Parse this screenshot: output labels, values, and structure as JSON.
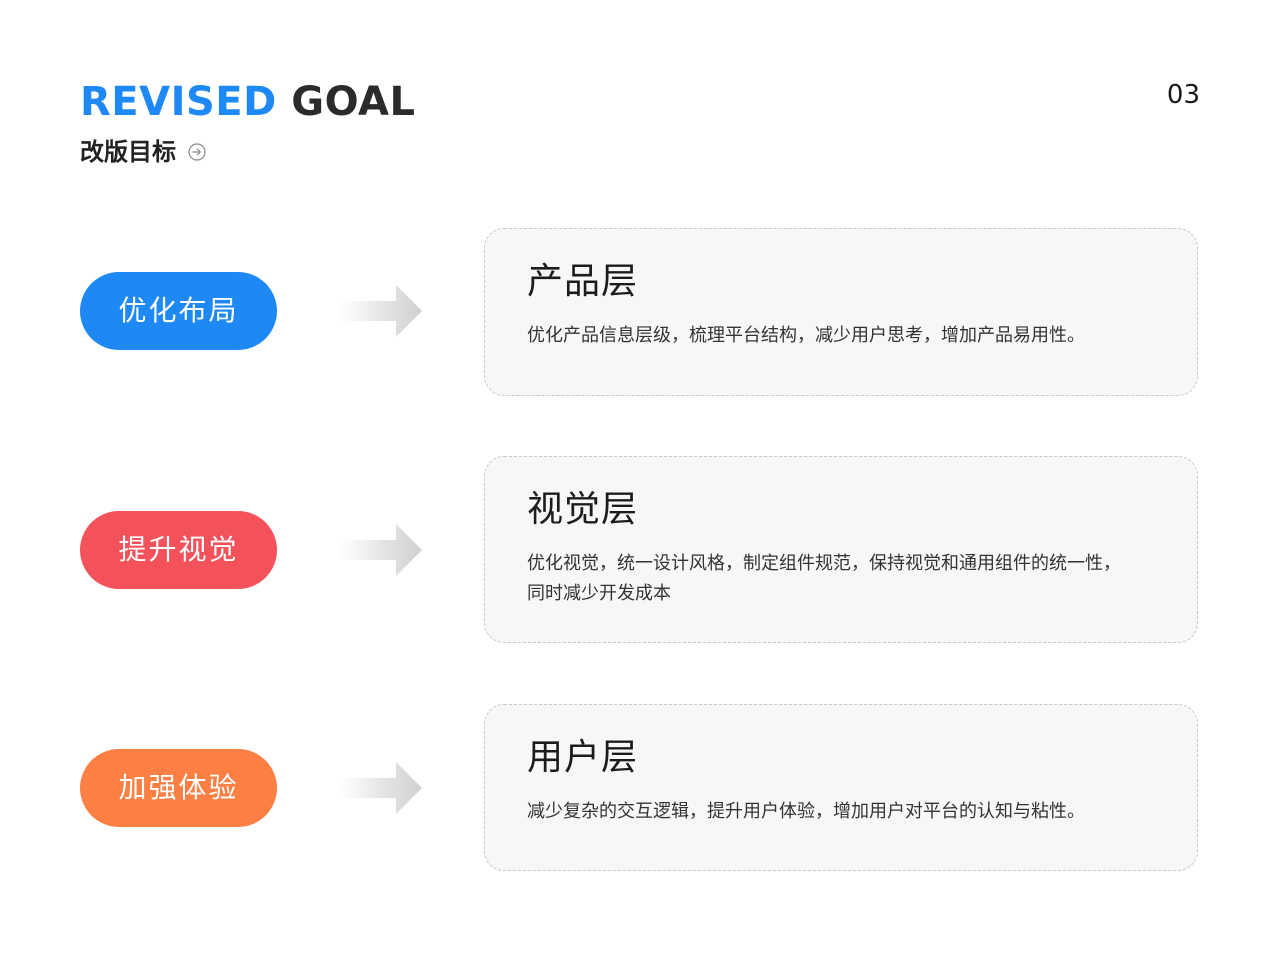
{
  "header": {
    "title_accent": "REVISED",
    "title_rest": "GOAL",
    "subtitle": "改版目标",
    "page_number": "03"
  },
  "colors": {
    "accent_blue": "#1e88f5",
    "pill_blue": "#1e88f5",
    "pill_red": "#f3525b",
    "pill_orange": "#fc7f43",
    "card_background": "#f7f7f7"
  },
  "rows": [
    {
      "pill_label": "优化布局",
      "card_title": "产品层",
      "card_description": "优化产品信息层级，梳理平台结构，减少用户思考，增加产品易用性。"
    },
    {
      "pill_label": "提升视觉",
      "card_title": "视觉层",
      "card_description_line1": "优化视觉，统一设计风格，制定组件规范，保持视觉和通用组件的统一性，",
      "card_description_line2": "同时减少开发成本"
    },
    {
      "pill_label": "加强体验",
      "card_title": "用户层",
      "card_description": "减少复杂的交互逻辑，提升用户体验，增加用户对平台的认知与粘性。"
    }
  ],
  "icons": {
    "subtitle_icon": "circle-arrow-right-icon",
    "connector_icon": "gradient-arrow-right-icon"
  }
}
